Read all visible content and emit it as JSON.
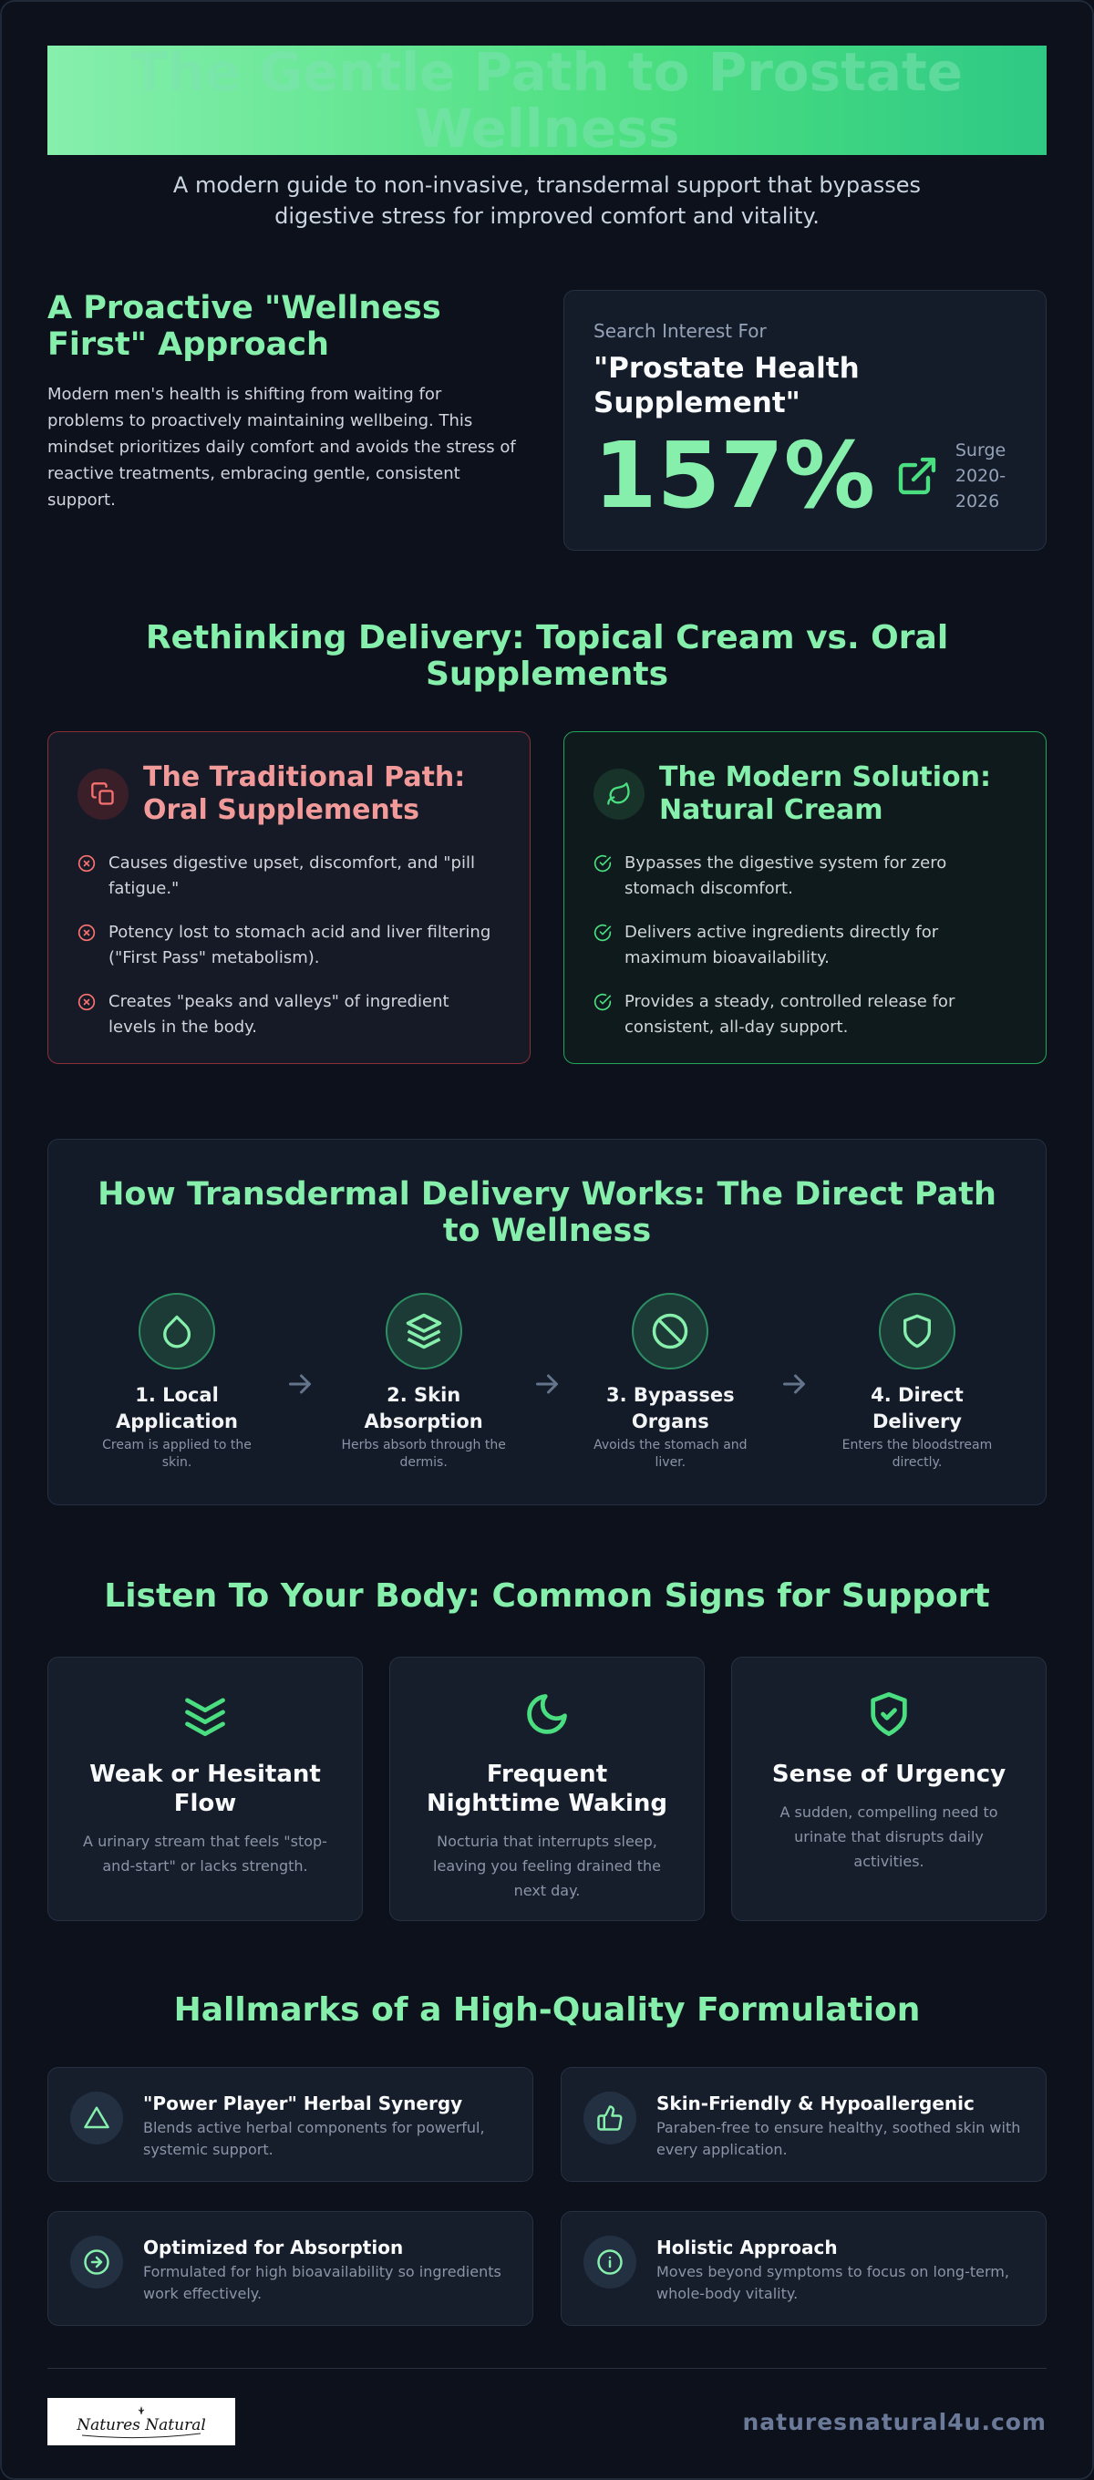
{
  "hero": {
    "title": "The Gentle Path to Prostate Wellness",
    "subtitle": "A modern guide to non-invasive, transdermal support that bypasses digestive stress for improved comfort and vitality."
  },
  "proactive": {
    "heading": "A Proactive \"Wellness First\" Approach",
    "body": "Modern men's health is shifting from waiting for problems to proactively maintaining wellbeing. This mindset prioritizes daily comfort and avoids the stress of reactive treatments, embracing gentle, consistent support.",
    "stat": {
      "label": "Search Interest For",
      "title": "\"Prostate Health Supplement\"",
      "value": "157%",
      "note": "Surge 2020-2026",
      "icon": "external-link-icon"
    }
  },
  "comparison": {
    "title": "Rethinking Delivery: Topical Cream vs. Oral Supplements",
    "traditional": {
      "title": "The Traditional Path: Oral Supplements",
      "icon": "copy-icon",
      "items": [
        "Causes digestive upset, discomfort, and \"pill fatigue.\"",
        "Potency lost to stomach acid and liver filtering (\"First Pass\" metabolism).",
        "Creates \"peaks and valleys\" of ingredient levels in the body."
      ]
    },
    "modern": {
      "title": "The Modern Solution: Natural Cream",
      "icon": "leaf-icon",
      "items": [
        "Bypasses the digestive system for zero stomach discomfort.",
        "Delivers active ingredients directly for maximum bioavailability.",
        "Provides a steady, controlled release for consistent, all-day support."
      ]
    },
    "colors": {
      "bad": "#f87171",
      "good": "#4ade80"
    }
  },
  "transdermal": {
    "title": "How Transdermal Delivery Works: The Direct Path to Wellness",
    "steps": [
      {
        "title": "1. Local Application",
        "desc": "Cream is applied to the skin.",
        "icon": "droplet-icon"
      },
      {
        "title": "2. Skin Absorption",
        "desc": "Herbs absorb through the dermis.",
        "icon": "layers-icon"
      },
      {
        "title": "3. Bypasses Organs",
        "desc": "Avoids the stomach and liver.",
        "icon": "ban-icon"
      },
      {
        "title": "4. Direct Delivery",
        "desc": "Enters the bloodstream directly.",
        "icon": "shield-icon"
      }
    ]
  },
  "signs": {
    "title": "Listen To Your Body: Common Signs for Support",
    "cards": [
      {
        "title": "Weak or Hesitant Flow",
        "desc": "A urinary stream that feels \"stop-and-start\" or lacks strength.",
        "icon": "waves-icon"
      },
      {
        "title": "Frequent Nighttime Waking",
        "desc": "Nocturia that interrupts sleep, leaving you feeling drained the next day.",
        "icon": "moon-icon"
      },
      {
        "title": "Sense of Urgency",
        "desc": "A sudden, compelling need to urinate that disrupts daily activities.",
        "icon": "shield-check-icon"
      }
    ]
  },
  "hallmarks": {
    "title": "Hallmarks of a High-Quality Formulation",
    "items": [
      {
        "title": "\"Power Player\" Herbal Synergy",
        "desc": "Blends active herbal components for powerful, systemic support.",
        "icon": "triangle-icon"
      },
      {
        "title": "Skin-Friendly & Hypoallergenic",
        "desc": "Paraben-free to ensure healthy, soothed skin with every application.",
        "icon": "thumbs-up-icon"
      },
      {
        "title": "Optimized for Absorption",
        "desc": "Formulated for high bioavailability so ingredients work effectively.",
        "icon": "arrow-circle-icon"
      },
      {
        "title": "Holistic Approach",
        "desc": "Moves beyond symptoms to focus on long-term, whole-body vitality.",
        "icon": "info-icon"
      }
    ]
  },
  "footer": {
    "logo_text": "Natures Natural",
    "url": "naturesnatural4u.com"
  }
}
